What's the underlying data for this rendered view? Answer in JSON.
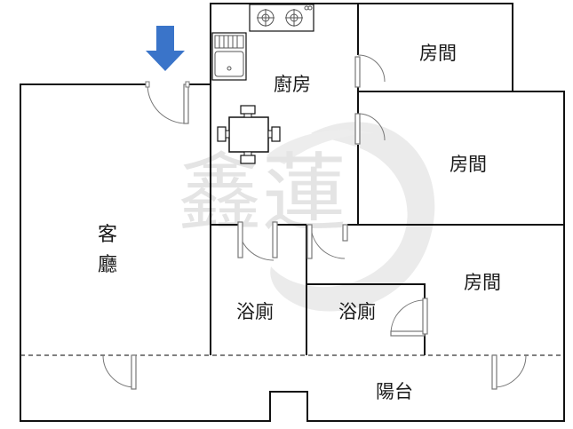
{
  "plan": {
    "rooms": {
      "kitchen": "廚房",
      "bedroom_1": "房間",
      "bedroom_2": "房間",
      "bedroom_3": "房間",
      "living_room_line1": "客",
      "living_room_line2": "廳",
      "bathroom_1": "浴廁",
      "bathroom_2": "浴廁",
      "balcony": "陽台"
    },
    "watermark": "鑫蓮",
    "entrance_marker_icon": "arrow-down-icon",
    "colors": {
      "wall": "#111111",
      "entrance_arrow": "#3a74c9",
      "watermark": "#d6d6d6"
    }
  }
}
